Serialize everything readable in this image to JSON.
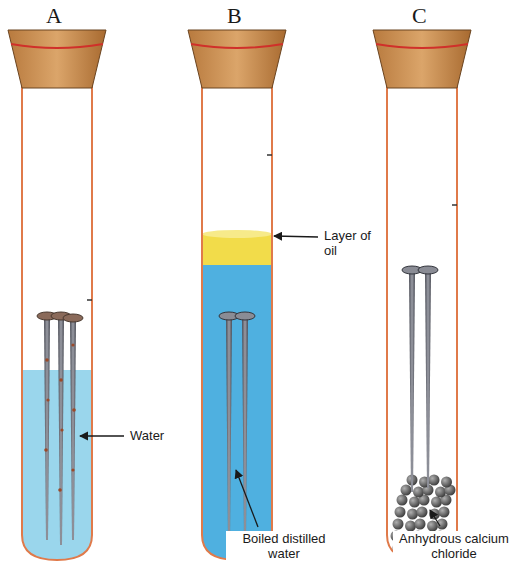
{
  "diagram": {
    "labels": [
      "A",
      "B",
      "C",
      "Water",
      "Layer of oil",
      "Boiled distilled water",
      "Anhydrous calcium chloride"
    ]
  }
}
